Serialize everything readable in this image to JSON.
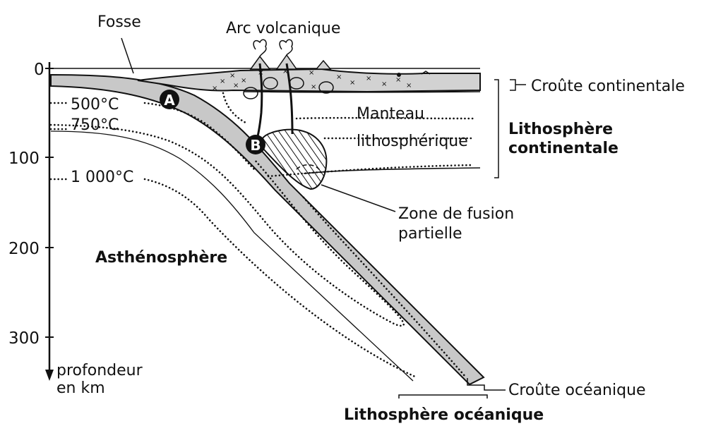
{
  "labels": {
    "trench": "Fosse",
    "volcanic_arc": "Arc volcanique",
    "continental_crust": "Croûte continentale",
    "mantle_line1": "Manteau",
    "mantle_line2": "lithosphérique",
    "continental_lithosphere_line1": "Lithosphère",
    "continental_lithosphere_line2": "continentale",
    "asthenosphere": "Asthénosphère",
    "partial_melt_line1": "Zone de fusion",
    "partial_melt_line2": "partielle",
    "oceanic_crust": "Croûte océanique",
    "oceanic_lithosphere": "Lithosphère océanique",
    "depth_axis_line1": "profondeur",
    "depth_axis_line2": "en km"
  },
  "depth_ticks": [
    "0",
    "100",
    "200",
    "300"
  ],
  "isotherms": [
    "500°C",
    "750°C",
    "1 000°C"
  ],
  "markers": [
    "A",
    "B"
  ],
  "colors": {
    "slab_fill": "#c8c8c8",
    "crust_fill": "#d2d2d2",
    "ink": "#111111"
  }
}
